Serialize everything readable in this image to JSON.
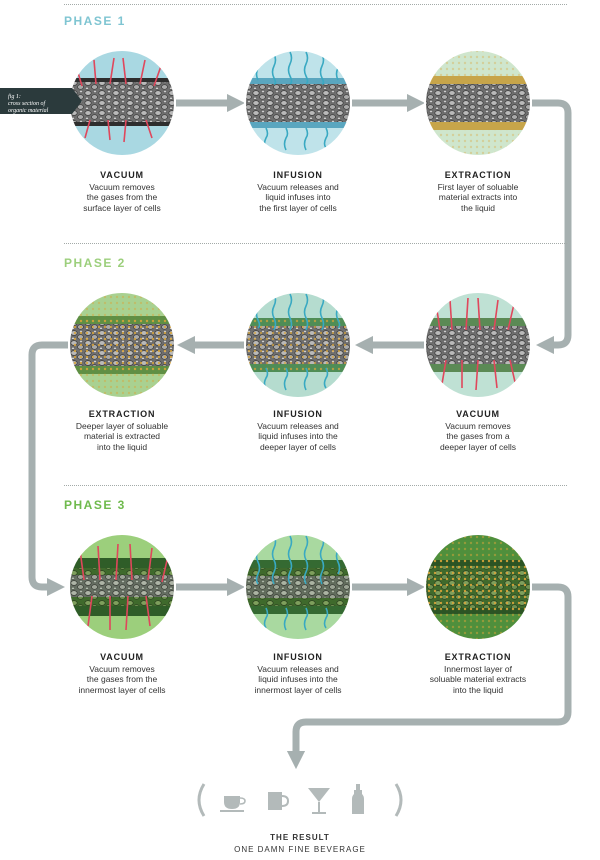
{
  "phases": [
    {
      "title": "PHASE 1",
      "color": "#7fc5d2",
      "steps": [
        {
          "title": "VACUUM",
          "desc": [
            "Vacuum removes",
            "the gases from the",
            "surface layer of cells"
          ]
        },
        {
          "title": "INFUSION",
          "desc": [
            "Vacuum releases and",
            "liquid infuses into",
            "the first layer of cells"
          ]
        },
        {
          "title": "EXTRACTION",
          "desc": [
            "First layer of soluable",
            "material extracts into",
            "the liquid"
          ]
        }
      ]
    },
    {
      "title": "PHASE 2",
      "color": "#9ccf7c",
      "steps": [
        {
          "title": "EXTRACTION",
          "desc": [
            "Deeper layer of soluable",
            "material is extracted",
            "into the liquid"
          ]
        },
        {
          "title": "INFUSION",
          "desc": [
            "Vacuum releases and",
            "liquid infuses into the",
            "deeper layer of cells"
          ]
        },
        {
          "title": "VACUUM",
          "desc": [
            "Vacuum removes",
            "the gases from a",
            "deeper layer of cells"
          ]
        }
      ]
    },
    {
      "title": "PHASE 3",
      "color": "#6fba4d",
      "steps": [
        {
          "title": "VACUUM",
          "desc": [
            "Vacuum removes",
            "the gases from the",
            "innermost layer of cells"
          ]
        },
        {
          "title": "INFUSION",
          "desc": [
            "Vacuum releases and",
            "liquid infuses into the",
            "innermost layer of cells"
          ]
        },
        {
          "title": "EXTRACTION",
          "desc": [
            "Innermost layer of",
            "soluable material extracts",
            "into the liquid"
          ]
        }
      ]
    }
  ],
  "fig_label": {
    "line1": "fig 1:",
    "line2": "cross section of",
    "line3": "organic material"
  },
  "result": {
    "title": "THE RESULT",
    "subtitle": "ONE DAMN FINE BEVERAGE"
  },
  "result_icons": [
    "coffee-cup-icon",
    "mug-icon",
    "cocktail-glass-icon",
    "bottle-icon"
  ],
  "colors": {
    "arrow": "#a6b0b0",
    "tag": "#2b3a3c",
    "gas_arrow": "#e0475c",
    "liquid": "#39a9c2",
    "extract": "#d9a53a"
  }
}
